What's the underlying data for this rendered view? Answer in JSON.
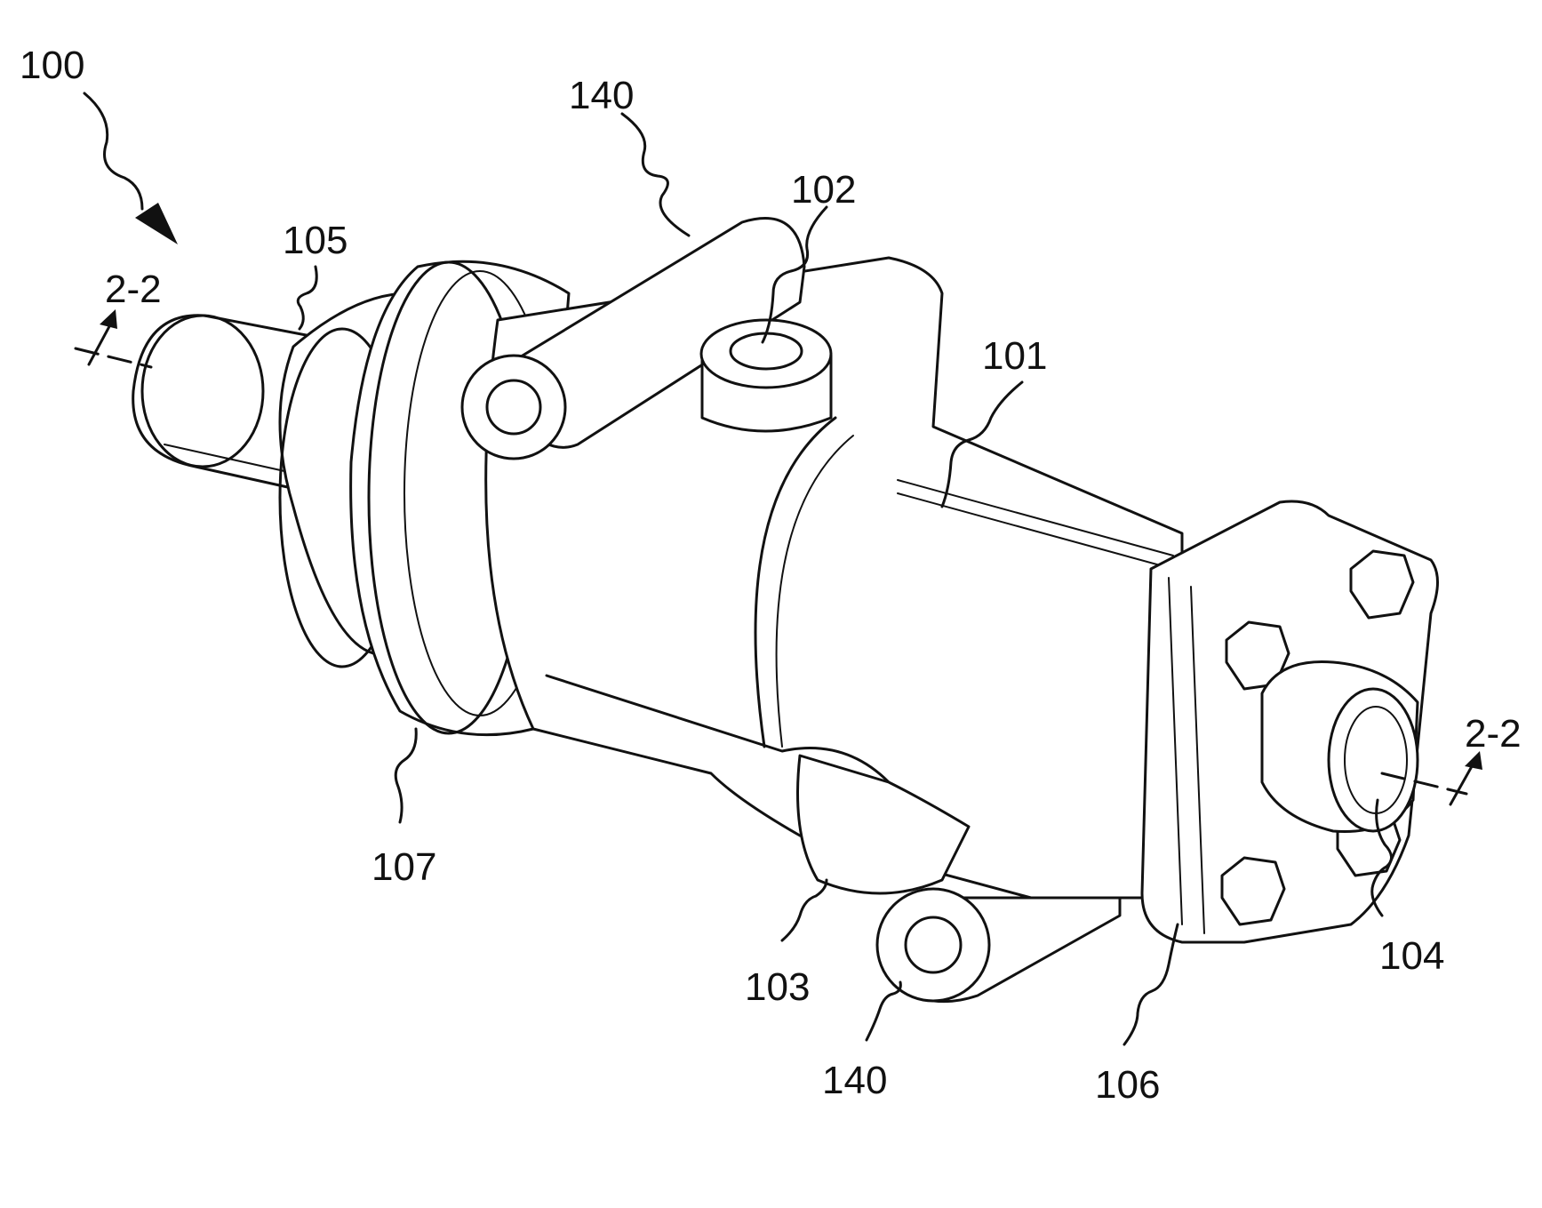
{
  "labels": {
    "assembly": "100",
    "body": "101",
    "inlet": "102",
    "outlet_boss": "103",
    "rod_end": "104",
    "seal_boot": "105",
    "end_flange": "106",
    "collar": "107",
    "clevis_top": "140",
    "clevis_bottom": "140",
    "section_left": "2-2",
    "section_right": "2-2"
  }
}
